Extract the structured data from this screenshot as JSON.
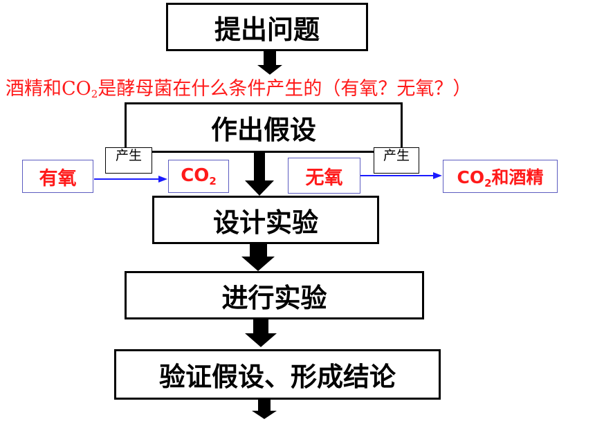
{
  "steps": {
    "pose_question": "提出问题",
    "make_hypothesis": "作出假设",
    "design_experiment": "设计实验",
    "conduct_experiment": "进行实验",
    "verify_conclude": "验证假设、形成结论"
  },
  "question": {
    "before": "酒精和CO",
    "sub": "2",
    "after": "是酵母菌在什么条件产生的（有氧？无氧？）"
  },
  "hypothesis": {
    "aerobic": {
      "condition": "有氧",
      "produce_label": "产生",
      "product": "CO",
      "product_sub": "2"
    },
    "anaerobic": {
      "condition": "无氧",
      "produce_label": "产生",
      "product_before": "CO",
      "product_sub": "2",
      "product_after": "和酒精"
    }
  },
  "colors": {
    "highlight_text": "#ff1a1a",
    "box_border": "#000000",
    "hypothesis_border": "#5b5bc0",
    "side_arrow": "#1a1aff"
  }
}
